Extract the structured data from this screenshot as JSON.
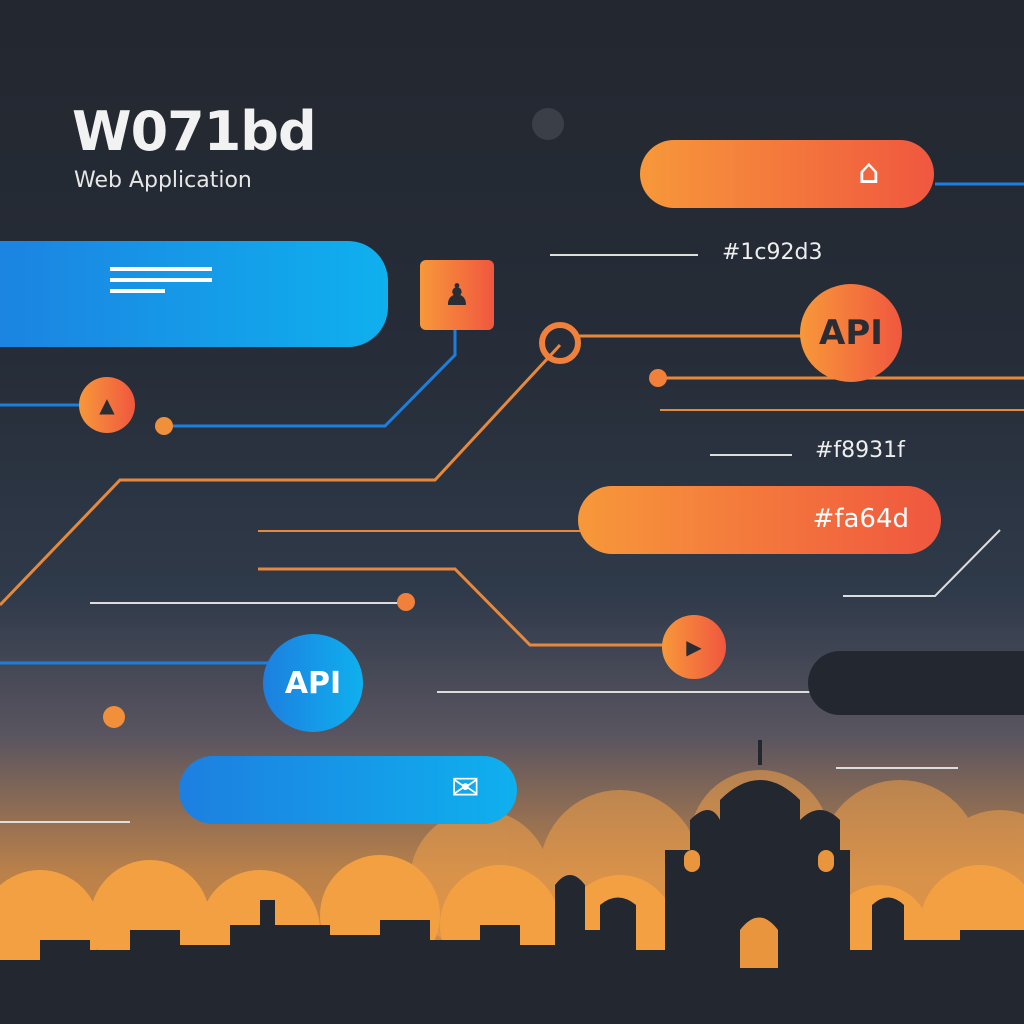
{
  "header": {
    "title": "W071bd",
    "subtitle": "Web Application"
  },
  "labels": {
    "color1": "#1c92d3",
    "color2": "#f8931f",
    "color3": "#fa64d",
    "api_top": "API",
    "api_bottom": "API"
  },
  "icons": [
    "home-icon",
    "menu-icon",
    "user-icon",
    "triangle-icon",
    "play-icon",
    "mail-icon"
  ],
  "colors": {
    "orange": "#f8931f",
    "blue": "#1c92d3",
    "dark": "#23272f"
  }
}
